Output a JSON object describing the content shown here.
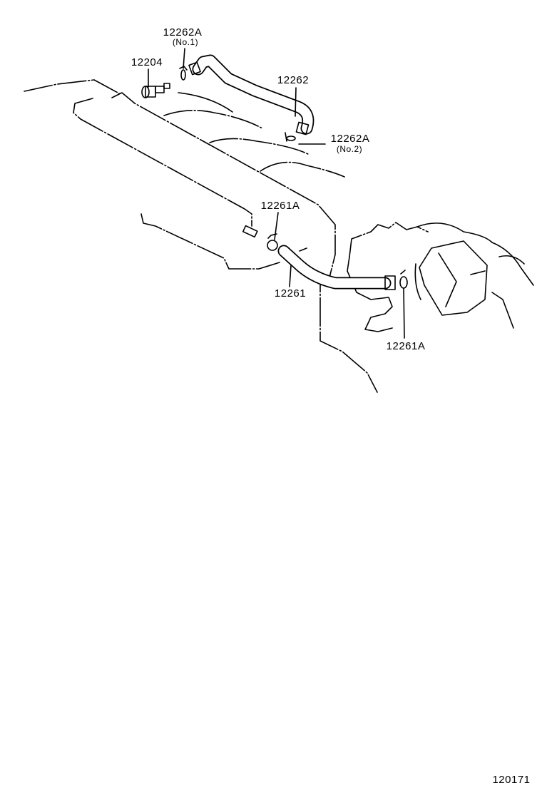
{
  "diagram": {
    "labels": {
      "clamp_no1_part": "12262A",
      "clamp_no1_note": "(No.1)",
      "pcv_valve": "12204",
      "ventilation_hose_2": "12262",
      "clamp_no2_part": "12262A",
      "clamp_no2_note": "(No.2)",
      "clamp_upper": "12261A",
      "ventilation_hose_1": "12261",
      "clamp_lower": "12261A"
    },
    "figure_id": "120171"
  }
}
